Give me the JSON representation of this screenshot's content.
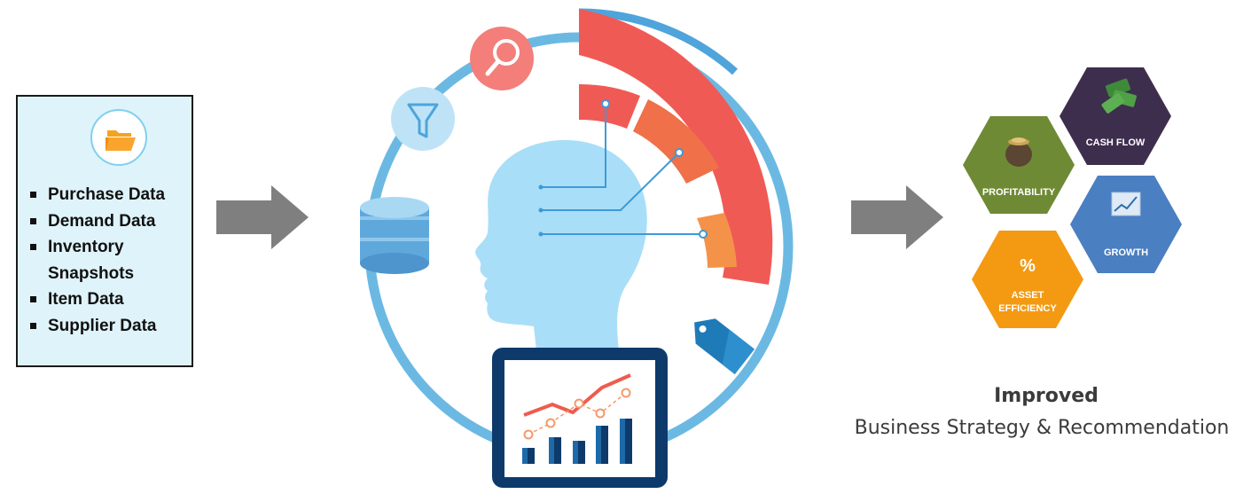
{
  "sources": {
    "icon": "folder-icon",
    "items": [
      "Purchase Data",
      "Demand Data",
      "Inventory Snapshots",
      "Item Data",
      "Supplier Data"
    ]
  },
  "center": {
    "icons": [
      "search-icon",
      "filter-icon",
      "database-icon",
      "price-tag-icon",
      "chart-icon",
      "head-icon"
    ]
  },
  "outcomes": {
    "hexagons": [
      {
        "label": "CASH FLOW",
        "color": "#3e2e4e",
        "icon": "money-icon"
      },
      {
        "label": "PROFITABILITY",
        "color": "#6f8a35",
        "icon": "money-pot-icon"
      },
      {
        "label": "GROWTH",
        "color": "#4a7fc1",
        "icon": "growth-chart-icon"
      },
      {
        "label_symbol": "%",
        "label_line1": "ASSET",
        "label_line2": "EFFICIENCY",
        "color": "#f39a12",
        "icon": "percent-icon"
      }
    ]
  },
  "result": {
    "title": "Improved",
    "subtitle": "Business Strategy & Recommendation"
  },
  "colors": {
    "ring": "#6bb9e3",
    "red_arc": "#f05a55",
    "orange_arc": "#ef7049",
    "light_orange_arc": "#f5924a",
    "head": "#a9def8",
    "arrow": "#7f7f7f",
    "navy": "#0e3a6b"
  }
}
